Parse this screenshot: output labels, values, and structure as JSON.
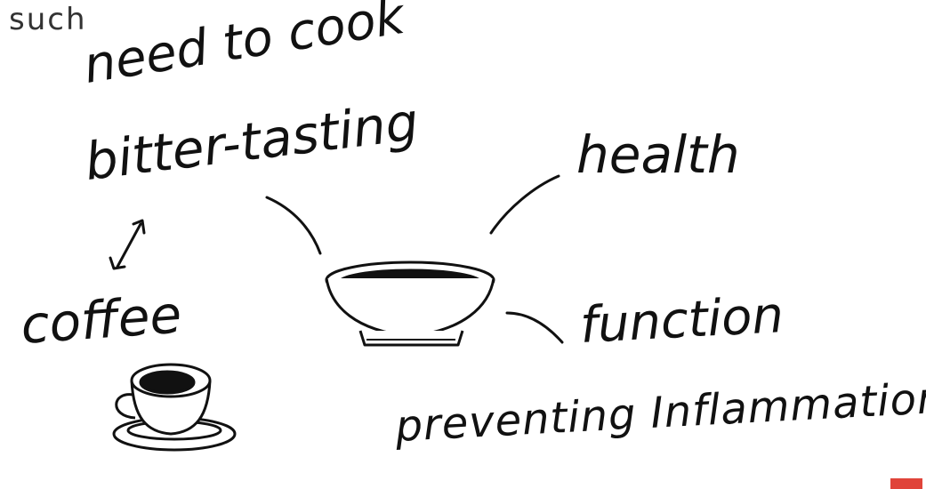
{
  "corner_word": "such",
  "handwritten": {
    "need_to_cook": "need to cook",
    "bitter_tasting": "bitter-tasting",
    "health": "health",
    "coffee": "coffee",
    "function": "function",
    "preventing_inflammation": "preventing Inflammation"
  },
  "colors": {
    "ink": "#111111",
    "accent_mark": "#e0443a"
  }
}
